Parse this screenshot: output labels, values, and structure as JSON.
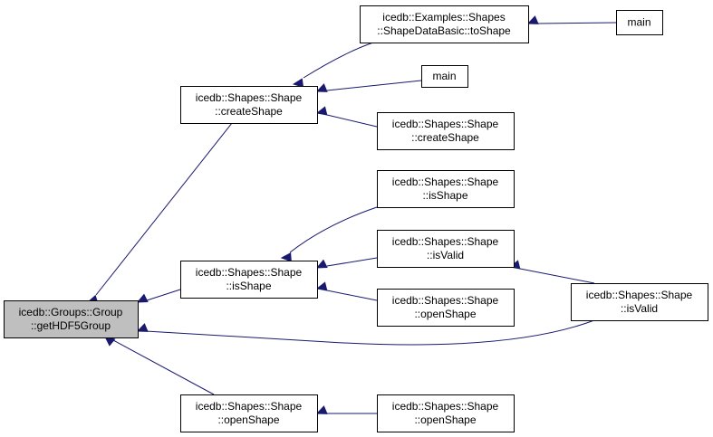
{
  "graph": {
    "nodes": {
      "group_getHDF5Group": {
        "lines": [
          "icedb::Groups::Group",
          "::getHDF5Group"
        ],
        "highlighted": true
      },
      "shape_createShape": {
        "lines": [
          "icedb::Shapes::Shape",
          "::createShape"
        ]
      },
      "shape_isShape": {
        "lines": [
          "icedb::Shapes::Shape",
          "::isShape"
        ]
      },
      "shape_openShape": {
        "lines": [
          "icedb::Shapes::Shape",
          "::openShape"
        ]
      },
      "examples_toShape": {
        "lines": [
          "icedb::Examples::Shapes",
          "::ShapeDataBasic::toShape"
        ]
      },
      "main_1": {
        "lines": [
          "main"
        ]
      },
      "shape_createShape_2": {
        "lines": [
          "icedb::Shapes::Shape",
          "::createShape"
        ]
      },
      "shape_isShape_2": {
        "lines": [
          "icedb::Shapes::Shape",
          "::isShape"
        ]
      },
      "shape_isValid_1": {
        "lines": [
          "icedb::Shapes::Shape",
          "::isValid"
        ]
      },
      "shape_openShape_2": {
        "lines": [
          "icedb::Shapes::Shape",
          "::openShape"
        ]
      },
      "shape_openShape_3": {
        "lines": [
          "icedb::Shapes::Shape",
          "::openShape"
        ]
      },
      "main_2": {
        "lines": [
          "main"
        ]
      },
      "shape_isValid_2": {
        "lines": [
          "icedb::Shapes::Shape",
          "::isValid"
        ]
      }
    },
    "edges": [
      {
        "from": "shape_createShape",
        "to": "group_getHDF5Group"
      },
      {
        "from": "shape_isShape",
        "to": "group_getHDF5Group"
      },
      {
        "from": "shape_openShape",
        "to": "group_getHDF5Group"
      },
      {
        "from": "shape_isValid_2",
        "to": "group_getHDF5Group"
      },
      {
        "from": "examples_toShape",
        "to": "shape_createShape"
      },
      {
        "from": "main_1",
        "to": "shape_createShape"
      },
      {
        "from": "shape_createShape_2",
        "to": "shape_createShape"
      },
      {
        "from": "shape_isShape_2",
        "to": "shape_isShape"
      },
      {
        "from": "shape_isValid_1",
        "to": "shape_isShape"
      },
      {
        "from": "shape_openShape_2",
        "to": "shape_isShape"
      },
      {
        "from": "shape_openShape_3",
        "to": "shape_openShape"
      },
      {
        "from": "main_2",
        "to": "examples_toShape"
      },
      {
        "from": "shape_isValid_2",
        "to": "shape_isValid_1"
      }
    ],
    "colors": {
      "edge": "#191970",
      "highlight_fill": "#bfbfbf",
      "node_fill": "#ffffff",
      "node_stroke": "#000000"
    }
  }
}
